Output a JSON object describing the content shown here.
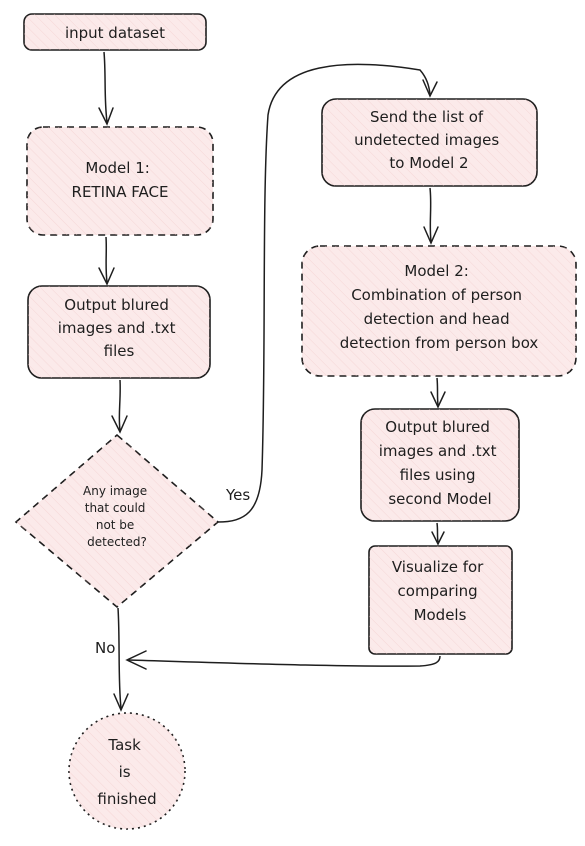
{
  "nodes": {
    "input_dataset": [
      "input dataset"
    ],
    "model1": [
      "Model 1:",
      "RETINA FACE"
    ],
    "output1": [
      "Output blured",
      "images and .txt",
      "files"
    ],
    "decision": [
      "Any image",
      "that could",
      "not be",
      "detected?"
    ],
    "send_list": [
      "Send the list of",
      "undetected images",
      "to Model 2"
    ],
    "model2": [
      "Model 2:",
      "Combination of person",
      "detection and head",
      "detection from person box"
    ],
    "output2": [
      "Output blured",
      "images and .txt",
      "files using",
      "second Model"
    ],
    "visualize": [
      "Visualize for",
      "comparing",
      "Models"
    ],
    "finished": [
      "Task",
      "is",
      "finished"
    ]
  },
  "edge_labels": {
    "yes": "Yes",
    "no": "No"
  },
  "colors": {
    "node_fill": "#fbeaea",
    "hatch": "#f2c9c9",
    "stroke": "#1e1e1e"
  }
}
